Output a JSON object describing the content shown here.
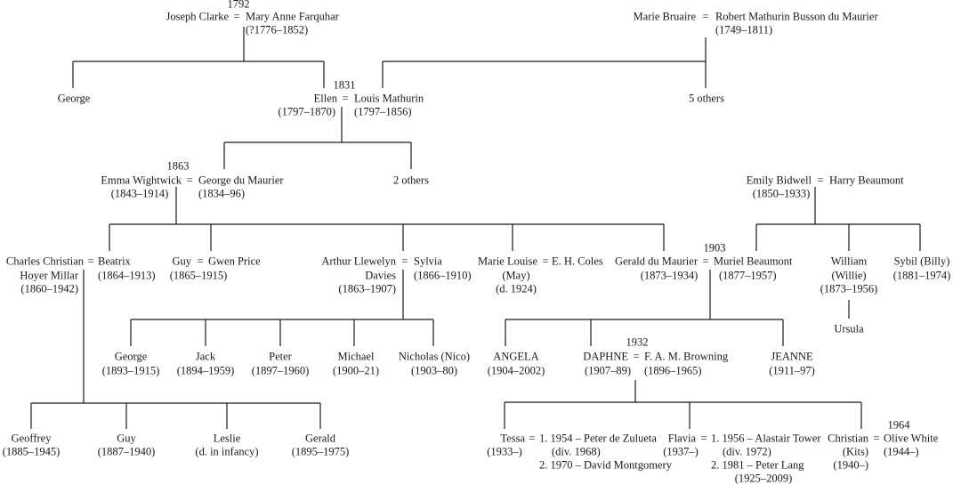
{
  "eq": "=",
  "g1": {
    "clarke_year": "1792",
    "joseph": "Joseph Clarke",
    "mary": "Mary Anne Farquhar",
    "mary_dates": "(?1776–1852)",
    "marie": "Marie Bruaire",
    "robert": "Robert Mathurin Busson du Maurier",
    "robert_dates": "(1749–1811)"
  },
  "g2": {
    "george": "George",
    "year": "1831",
    "ellen": "Ellen",
    "louis": "Louis Mathurin",
    "ellen_dates": "(1797–1870)",
    "louis_dates": "(1797–1856)",
    "others": "5 others"
  },
  "g3": {
    "year": "1863",
    "emma": "Emma Wightwick",
    "george": "George du Maurier",
    "emma_dates": "(1843–1914)",
    "george_dates": "(1834–96)",
    "others": "2 others",
    "emily": "Emily Bidwell",
    "harry": "Harry Beaumont",
    "emily_dates": "(1850–1933)"
  },
  "g4": {
    "charles": "Charles Christian",
    "charles2": "Hoyer Millar",
    "charles_dates": "(1860–1942)",
    "beatrix": "Beatrix",
    "beatrix_dates": "(1864–1913)",
    "guy": "Guy",
    "gwen": "Gwen Price",
    "guy_dates": "(1865–1915)",
    "arthur": "Arthur Llewelyn",
    "arthur2": "Davies",
    "arthur_dates": "(1863–1907)",
    "sylvia": "Sylvia",
    "sylvia_dates": "(1866–1910)",
    "marie": "Marie Louise",
    "marie2": "(May)",
    "marie_dates": "(d. 1924)",
    "coles": "E. H. Coles",
    "year": "1903",
    "gerald": "Gerald du Maurier",
    "gerald_dates": "(1873–1934)",
    "muriel": "Muriel Beaumont",
    "muriel_dates": "(1877–1957)",
    "william": "William",
    "william2": "(Willie)",
    "william_dates": "(1873–1956)",
    "ursula": "Ursula",
    "sybil": "Sybil (Billy)",
    "sybil_dates": "(1881–1974)"
  },
  "g5": {
    "davies_children": [
      {
        "name": "George",
        "dates": "(1893–1915)"
      },
      {
        "name": "Jack",
        "dates": "(1894–1959)"
      },
      {
        "name": "Peter",
        "dates": "(1897–1960)"
      },
      {
        "name": "Michael",
        "dates": "(1900–21)"
      },
      {
        "name": "Nicholas (Nico)",
        "dates": "(1903–80)"
      }
    ],
    "angela": "ANGELA",
    "angela_dates": "(1904–2002)",
    "year": "1932",
    "daphne": "DAPHNE",
    "daphne_dates": "(1907–89)",
    "browning": "F. A. M. Browning",
    "browning_dates": "(1896–1965)",
    "jeanne": "JEANNE",
    "jeanne_dates": "(1911–97)"
  },
  "g6": {
    "millar_children": [
      {
        "name": "Geoffrey",
        "dates": "(1885–1945)"
      },
      {
        "name": "Guy",
        "dates": "(1887–1940)"
      },
      {
        "name": "Leslie",
        "dates": "(d. in infancy)"
      },
      {
        "name": "Gerald",
        "dates": "(1895–1975)"
      }
    ],
    "tessa": "Tessa",
    "tessa_dates": "(1933–)",
    "tessa_m1": "1. 1954 – Peter de Zulueta",
    "tessa_m1b": "(div. 1968)",
    "tessa_m2": "2. 1970 – David Montgomery",
    "flavia": "Flavia",
    "flavia_dates": "(1937–)",
    "flavia_m1": "1. 1956 – Alastair Tower",
    "flavia_m1b": "(div. 1972)",
    "flavia_m2": "2. 1981 – Peter Lang",
    "flavia_m2b": "(1925–2009)",
    "year": "1964",
    "christian": "Christian",
    "christian2": "(Kits)",
    "christian_dates": "(1940–)",
    "olive": "Olive White",
    "olive_dates": "(1944–)"
  }
}
